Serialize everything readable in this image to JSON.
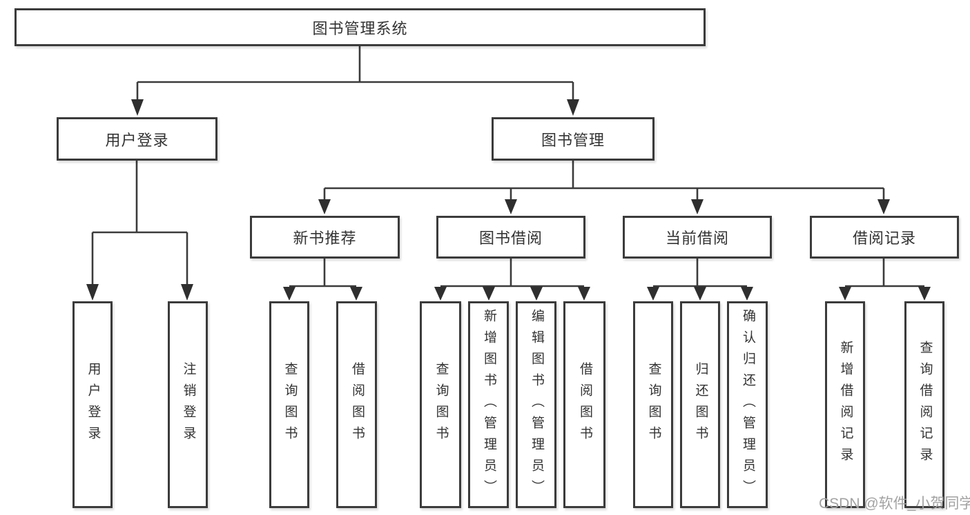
{
  "tree": {
    "root": {
      "label": "图书管理系统"
    },
    "children": [
      {
        "label": "用户登录",
        "children": [
          {
            "label": "用户登录"
          },
          {
            "label": "注销登录"
          }
        ]
      },
      {
        "label": "图书管理",
        "children": [
          {
            "label": "新书推荐",
            "children": [
              {
                "label": "查询图书"
              },
              {
                "label": "借阅图书"
              }
            ]
          },
          {
            "label": "图书借阅",
            "children": [
              {
                "label": "查询图书"
              },
              {
                "label": "新增图书（管理员）"
              },
              {
                "label": "编辑图书（管理员）"
              },
              {
                "label": "借阅图书"
              }
            ]
          },
          {
            "label": "当前借阅",
            "children": [
              {
                "label": "查询图书"
              },
              {
                "label": "归还图书"
              },
              {
                "label": "确认归还（管理员）"
              }
            ]
          },
          {
            "label": "借阅记录",
            "children": [
              {
                "label": "新增借阅记录"
              },
              {
                "label": "查询借阅记录"
              }
            ]
          }
        ]
      }
    ]
  },
  "watermark": "CSDN @软件_小贺同学",
  "colors": {
    "line": "#3b3b3b",
    "box_border": "#3b3b3b",
    "text": "#333333",
    "background": "#ffffff",
    "watermark": "#a2a2a2"
  }
}
